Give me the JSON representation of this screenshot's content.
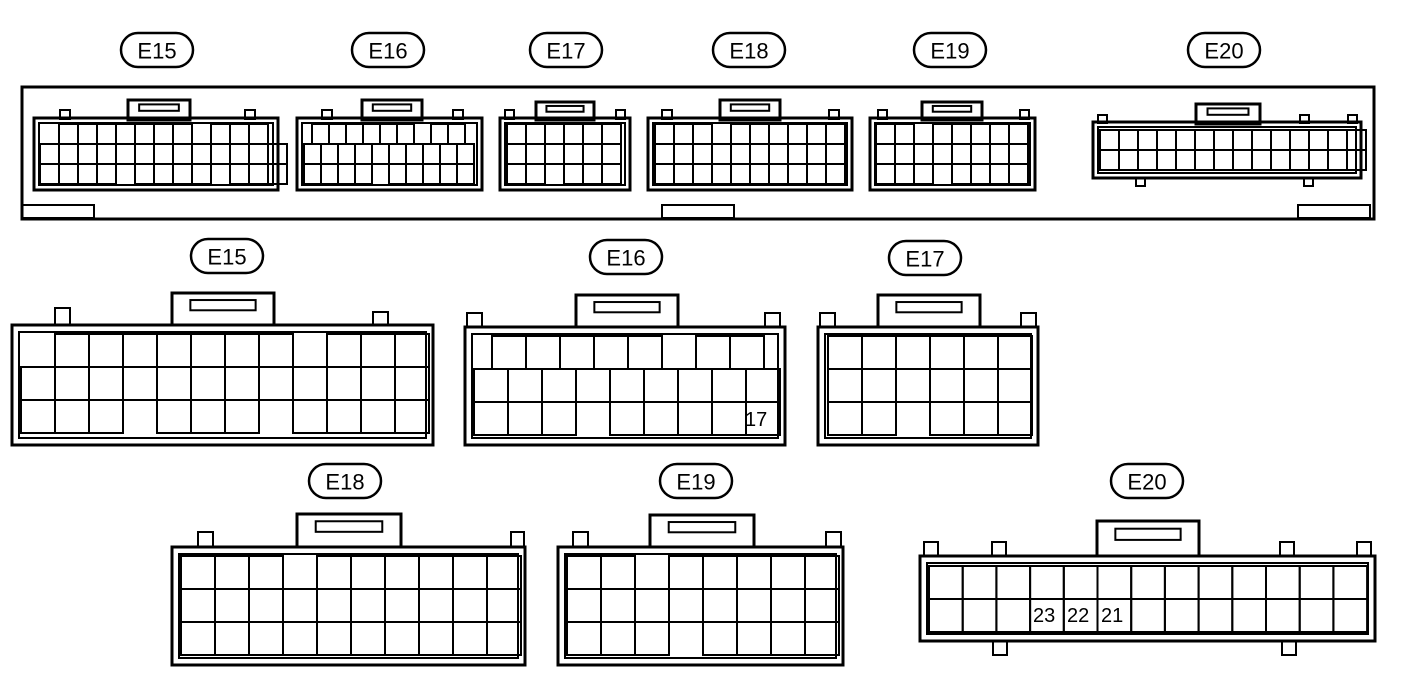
{
  "top_labels": [
    "E15",
    "E16",
    "E17",
    "E18",
    "E19",
    "E20"
  ],
  "detail_labels": [
    "E15",
    "E16",
    "E17",
    "E18",
    "E19",
    "E20"
  ],
  "pin_numbers": {
    "e16": "17",
    "e20": [
      "23",
      "22",
      "21"
    ]
  },
  "colors": {
    "line": "#000000",
    "background": "#ffffff"
  }
}
